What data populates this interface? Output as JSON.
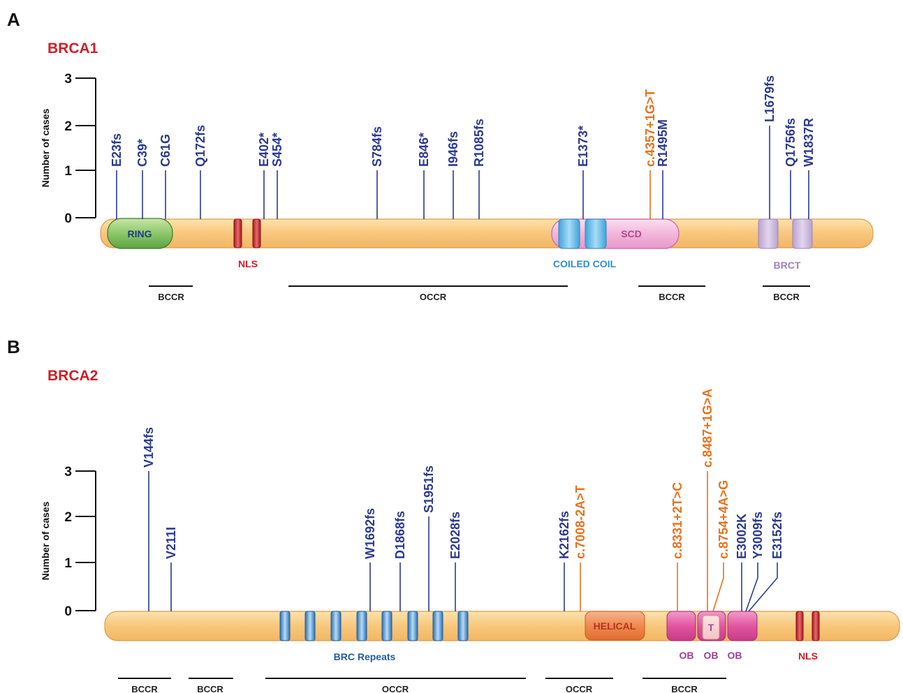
{
  "colors": {
    "protein_fill": "#f7c97e",
    "protein_stroke": "#d99a55",
    "mutation_blue": "#2b3990",
    "mutation_orange": "#e8711c",
    "gene_red": "#cf1f2a"
  },
  "panel_a": {
    "letter": "A",
    "gene": "BRCA1",
    "y_axis_label": "Number  of  cases",
    "y_ticks": [
      "0",
      "1",
      "2",
      "3"
    ],
    "mutations": [
      {
        "label": "E23fs",
        "cases": 1,
        "color": "blue"
      },
      {
        "label": "C39*",
        "cases": 1,
        "color": "blue"
      },
      {
        "label": "C61G",
        "cases": 1,
        "color": "blue"
      },
      {
        "label": "Q172fs",
        "cases": 1,
        "color": "blue"
      },
      {
        "label": "E402*",
        "cases": 1,
        "color": "blue"
      },
      {
        "label": "S454*",
        "cases": 1,
        "color": "blue"
      },
      {
        "label": "S784fs",
        "cases": 1,
        "color": "blue"
      },
      {
        "label": "E846*",
        "cases": 1,
        "color": "blue"
      },
      {
        "label": "I946fs",
        "cases": 1,
        "color": "blue"
      },
      {
        "label": "R1085fs",
        "cases": 1,
        "color": "blue"
      },
      {
        "label": "E1373*",
        "cases": 1,
        "color": "blue"
      },
      {
        "label": "c.4357+1G>T",
        "cases": 1,
        "color": "orange"
      },
      {
        "label": "R1495M",
        "cases": 1,
        "color": "blue"
      },
      {
        "label": "L1679fs",
        "cases": 2,
        "color": "blue"
      },
      {
        "label": "Q1756fs",
        "cases": 1,
        "color": "blue"
      },
      {
        "label": "W1837R",
        "cases": 1,
        "color": "blue"
      }
    ],
    "domains": {
      "ring": "RING",
      "nls": "NLS",
      "scd": "SCD",
      "coiled_coil": "COILED COIL",
      "brct": "BRCT"
    },
    "regions": [
      "BCCR",
      "OCCR",
      "BCCR",
      "BCCR"
    ]
  },
  "panel_b": {
    "letter": "B",
    "gene": "BRCA2",
    "y_axis_label": "Number  of  cases",
    "y_ticks": [
      "0",
      "1",
      "2",
      "3"
    ],
    "mutations": [
      {
        "label": "V144fs",
        "cases": 3,
        "color": "blue"
      },
      {
        "label": "V211I",
        "cases": 1,
        "color": "blue"
      },
      {
        "label": "W1692fs",
        "cases": 1,
        "color": "blue"
      },
      {
        "label": "D1868fs",
        "cases": 1,
        "color": "blue"
      },
      {
        "label": "S1951fs",
        "cases": 2,
        "color": "blue"
      },
      {
        "label": "E2028fs",
        "cases": 1,
        "color": "blue"
      },
      {
        "label": "K2162fs",
        "cases": 1,
        "color": "blue"
      },
      {
        "label": "c.7008-2A>T",
        "cases": 1,
        "color": "orange"
      },
      {
        "label": "c.8331+2T>C",
        "cases": 1,
        "color": "orange"
      },
      {
        "label": "c.8487+1G>A",
        "cases": 3,
        "color": "orange"
      },
      {
        "label": "c.8754+4A>G",
        "cases": 1,
        "color": "orange"
      },
      {
        "label": "E3002K",
        "cases": 1,
        "color": "blue"
      },
      {
        "label": "Y3009fs",
        "cases": 1,
        "color": "blue"
      },
      {
        "label": "E3152fs",
        "cases": 1,
        "color": "blue"
      }
    ],
    "domains": {
      "brc_repeats": "BRC Repeats",
      "helical": "HELICAL",
      "t": "T",
      "ob": [
        "OB",
        "OB",
        "OB"
      ],
      "nls": "NLS"
    },
    "regions": [
      "BCCR",
      "BCCR",
      "OCCR",
      "OCCR",
      "BCCR"
    ]
  }
}
